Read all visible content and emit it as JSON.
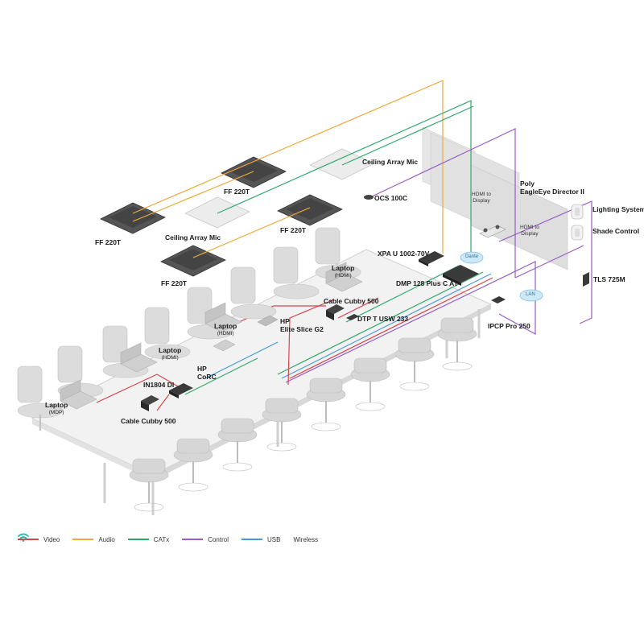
{
  "colors": {
    "video": "#d9434b",
    "audio": "#efa93c",
    "catx": "#2fa96a",
    "control": "#9a5cc6",
    "usb": "#4a9ad6",
    "wireless": "#1fb0a8",
    "device": "#3a3a3a",
    "furniture": "#d9d9d9"
  },
  "labels": {
    "ff220t_1": "FF 220T",
    "ff220t_2": "FF 220T",
    "ff220t_3": "FF 220T",
    "ff220t_4": "FF 220T",
    "ceiling_mic_1": "Ceiling Array Mic",
    "ceiling_mic_2": "Ceiling Array Mic",
    "ocs": "OCS 100C",
    "hdmi_display_1": "HDMI to\nDisplay",
    "hdmi_display_2": "HDMI to\nDisplay",
    "poly": "Poly\nEagleEye Director II",
    "lighting": "Lighting System",
    "shade": "Shade Control",
    "xpa": "XPA U 1002-70V",
    "dmp": "DMP 128 Plus C AT",
    "dante": "Dante",
    "lan": "LAN",
    "tls": "TLS 725M",
    "ipcp": "IPCP Pro 250",
    "laptop_hdmi_1": "Laptop",
    "laptop_hdmi_1_sub": "(HDMI)",
    "laptop_hdmi_2": "Laptop",
    "laptop_hdmi_2_sub": "(HDMI)",
    "laptop_hdmi_3": "Laptop",
    "laptop_hdmi_3_sub": "(HDMI)",
    "laptop_mdp": "Laptop",
    "laptop_mdp_sub": "(MDP)",
    "cable_cubby_top": "Cable Cubby 500",
    "hp_elite": "HP\nElite Slice G2",
    "dtp": "DTP T USW 233",
    "hp_corc": "HP\nCoRC",
    "in1804": "IN1804 DI",
    "cable_cubby_bottom": "Cable Cubby 500"
  },
  "legend": [
    {
      "key": "video",
      "label": "Video"
    },
    {
      "key": "audio",
      "label": "Audio"
    },
    {
      "key": "catx",
      "label": "CATx"
    },
    {
      "key": "control",
      "label": "Control"
    },
    {
      "key": "usb",
      "label": "USB"
    },
    {
      "key": "wireless",
      "label": "Wireless"
    }
  ]
}
